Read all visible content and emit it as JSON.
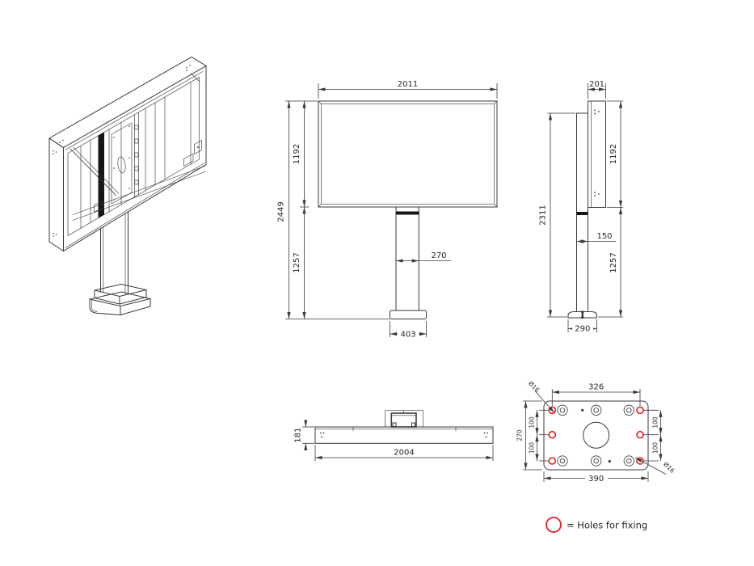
{
  "front_view": {
    "overall_width": "2011",
    "screen_height": "1192",
    "overall_height": "2449",
    "lower_height": "1257",
    "pole_width": "270",
    "base_width": "403"
  },
  "side_view": {
    "screen_depth": "201",
    "screen_height": "1192",
    "stand_height": "2311",
    "pole_depth": "150",
    "lower_height": "1257",
    "base_depth": "290"
  },
  "top_view": {
    "depth": "181",
    "width": "2004"
  },
  "base_plate": {
    "hole_span": "326",
    "plate_width": "390",
    "plate_depth": "270",
    "pitch_top_left": "100",
    "pitch_bottom_left": "100",
    "pitch_top_right": "100",
    "pitch_bottom_right": "100",
    "hole_dia_top_left": "Ø16",
    "hole_dia_bottom_right": "Ø16"
  },
  "legend": {
    "text": "= Holes for fixing"
  },
  "colors": {
    "line": "#3a3a3a",
    "accent_red": "#ee1c1c",
    "text": "#262626",
    "background": "#ffffff"
  }
}
